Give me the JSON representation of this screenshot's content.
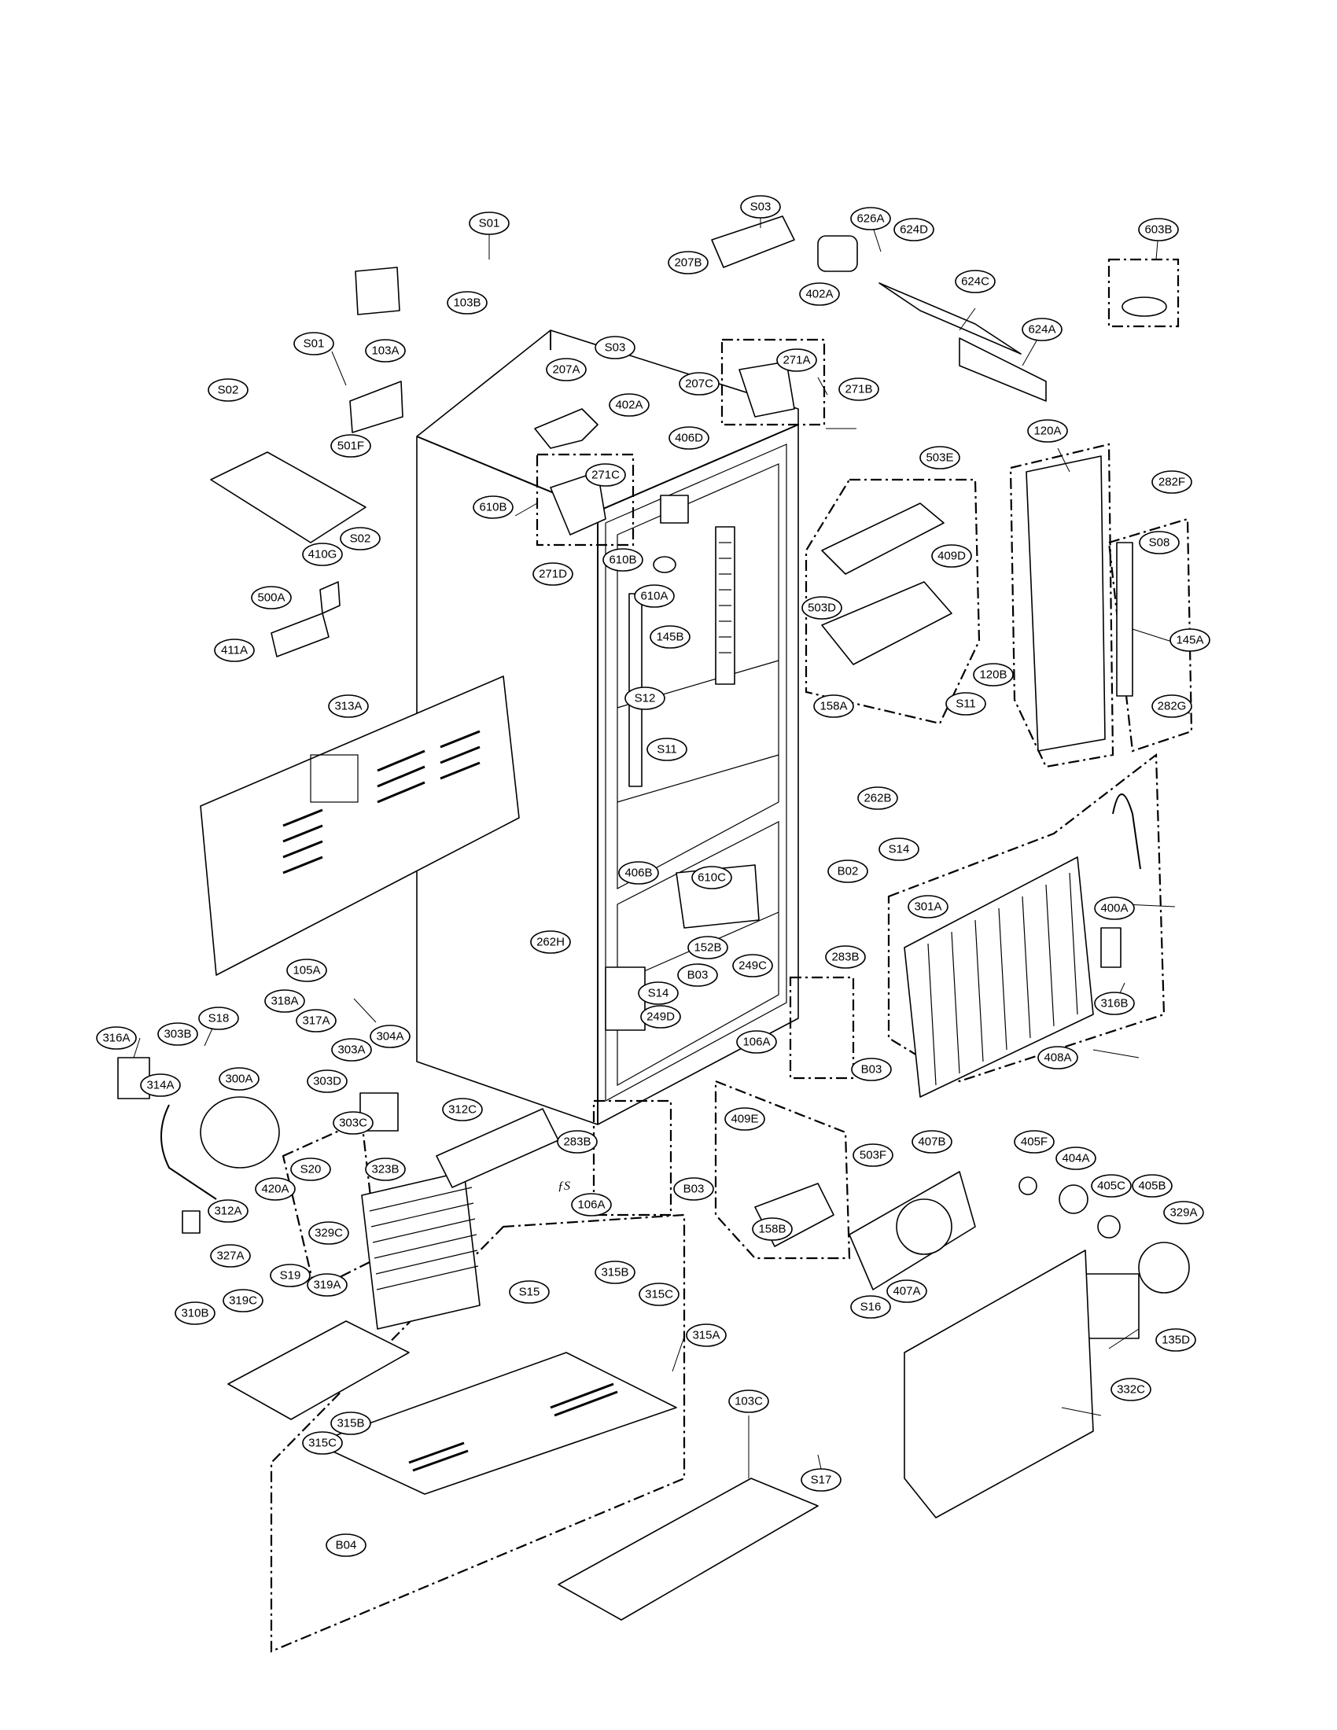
{
  "labels": {
    "S01a": "S01",
    "S01b": "S01",
    "S02a": "S02",
    "S02b": "S02",
    "S03a": "S03",
    "S03b": "S03",
    "S08": "S08",
    "S11a": "S11",
    "S11b": "S11",
    "S12": "S12",
    "S14a": "S14",
    "S14b": "S14",
    "S15": "S15",
    "S16": "S16",
    "S17": "S17",
    "S18": "S18",
    "S19": "S19",
    "S20": "S20",
    "B02": "B02",
    "B03a": "B03",
    "B03b": "B03",
    "B03c": "B03",
    "B04": "B04",
    "103A": "103A",
    "103B": "103B",
    "103C": "103C",
    "105A": "105A",
    "106Aa": "106A",
    "106Ab": "106A",
    "120A": "120A",
    "120B": "120B",
    "135D": "135D",
    "145A": "145A",
    "145B": "145B",
    "152B": "152B",
    "158A": "158A",
    "158B": "158B",
    "207A": "207A",
    "207B": "207B",
    "207C": "207C",
    "249C": "249C",
    "249D": "249D",
    "262B": "262B",
    "262H": "262H",
    "271A": "271A",
    "271B": "271B",
    "271C": "271C",
    "271D": "271D",
    "282F": "282F",
    "282G": "282G",
    "283Ba": "283B",
    "283Bb": "283B",
    "300A": "300A",
    "301A": "301A",
    "303A": "303A",
    "303B": "303B",
    "303C": "303C",
    "303D": "303D",
    "304A": "304A",
    "310B": "310B",
    "312A": "312A",
    "312C": "312C",
    "313A": "313A",
    "314A": "314A",
    "315A": "315A",
    "315Ba": "315B",
    "315Bb": "315B",
    "315Ca": "315C",
    "315Cb": "315C",
    "316A": "316A",
    "316B": "316B",
    "317A": "317A",
    "318A": "318A",
    "319A": "319A",
    "319C": "319C",
    "323B": "323B",
    "327A": "327A",
    "329A": "329A",
    "329C": "329C",
    "332C": "332C",
    "400A": "400A",
    "402Aa": "402A",
    "402Ab": "402A",
    "404A": "404A",
    "405B": "405B",
    "405C": "405C",
    "405F": "405F",
    "406B": "406B",
    "406D": "406D",
    "407A": "407A",
    "407B": "407B",
    "408A": "408A",
    "409D": "409D",
    "409E": "409E",
    "410G": "410G",
    "411A": "411A",
    "420A": "420A",
    "500A": "500A",
    "501F": "501F",
    "503D": "503D",
    "503E": "503E",
    "503F": "503F",
    "603B": "603B",
    "610A": "610A",
    "610Ba": "610B",
    "610Bb": "610B",
    "610C": "610C",
    "624A": "624A",
    "624C": "624C",
    "624D": "624D",
    "626A": "626A"
  },
  "annotations": {
    "fs_mark": "ƒS"
  }
}
